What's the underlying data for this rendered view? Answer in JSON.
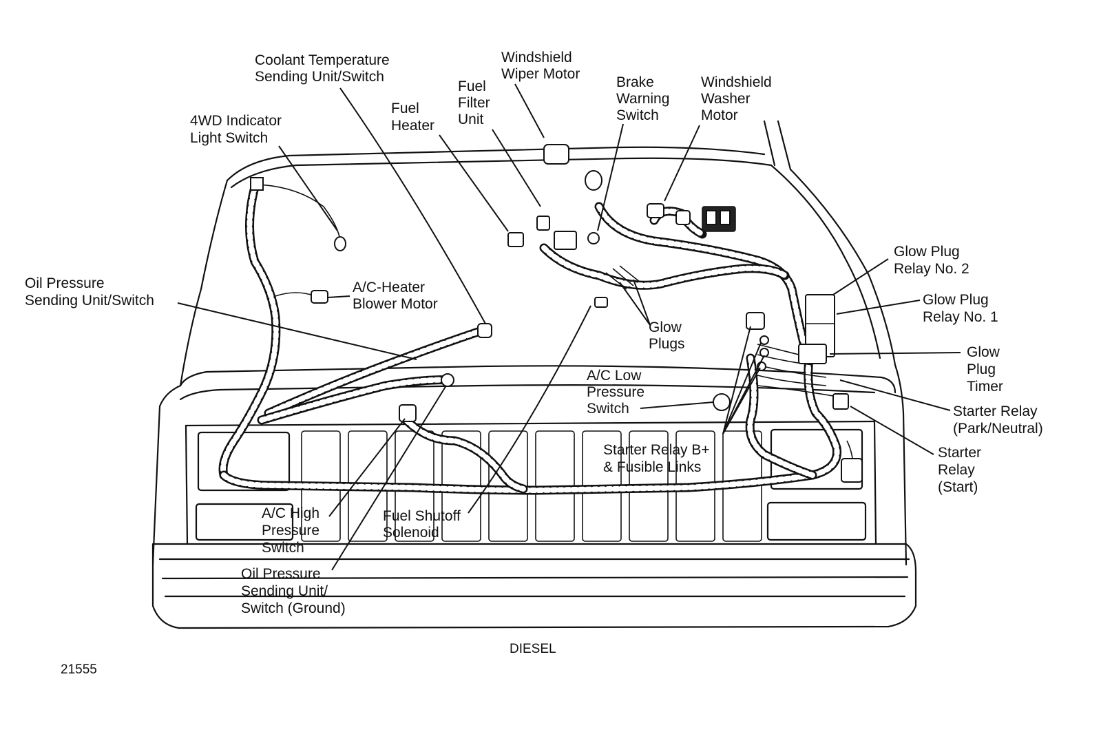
{
  "labels": {
    "coolant_temp": [
      "Coolant Temperature",
      "Sending Unit/Switch"
    ],
    "wd4_indicator": [
      "4WD Indicator",
      "Light Switch"
    ],
    "fuel_heater": [
      "Fuel",
      "Heater"
    ],
    "fuel_filter": [
      "Fuel",
      "Filter",
      "Unit"
    ],
    "wiper_motor": [
      "Windshield",
      "Wiper Motor"
    ],
    "brake_warning": [
      "Brake",
      "Warning",
      "Switch"
    ],
    "washer_motor": [
      "Windshield",
      "Washer",
      "Motor"
    ],
    "oil_pressure": [
      "Oil Pressure",
      "Sending Unit/Switch"
    ],
    "ac_heater_blower": [
      "A/C-Heater",
      "Blower Motor"
    ],
    "glow_plug_relay_2": [
      "Glow Plug",
      "Relay No. 2"
    ],
    "glow_plug_relay_1": [
      "Glow Plug",
      "Relay No. 1"
    ],
    "glow_plugs": [
      "Glow",
      "Plugs"
    ],
    "glow_plug_timer": [
      "Glow",
      "Plug",
      "Timer"
    ],
    "ac_low_pressure": [
      "A/C Low",
      "Pressure",
      "Switch"
    ],
    "starter_relay_pn": [
      "Starter Relay",
      "(Park/Neutral)"
    ],
    "starter_relay_bplus": [
      "Starter Relay B+",
      "& Fusible Links"
    ],
    "starter_relay_start": [
      "Starter",
      "Relay",
      "(Start)"
    ],
    "ac_high_pressure": [
      "A/C High",
      "Pressure",
      "Switch"
    ],
    "fuel_shutoff": [
      "Fuel Shutoff",
      "Solenoid"
    ],
    "oil_pressure_ground": [
      "Oil Pressure",
      "Sending Unit/",
      "Switch (Ground)"
    ]
  },
  "caption": "DIESEL",
  "figure_number": "21555"
}
